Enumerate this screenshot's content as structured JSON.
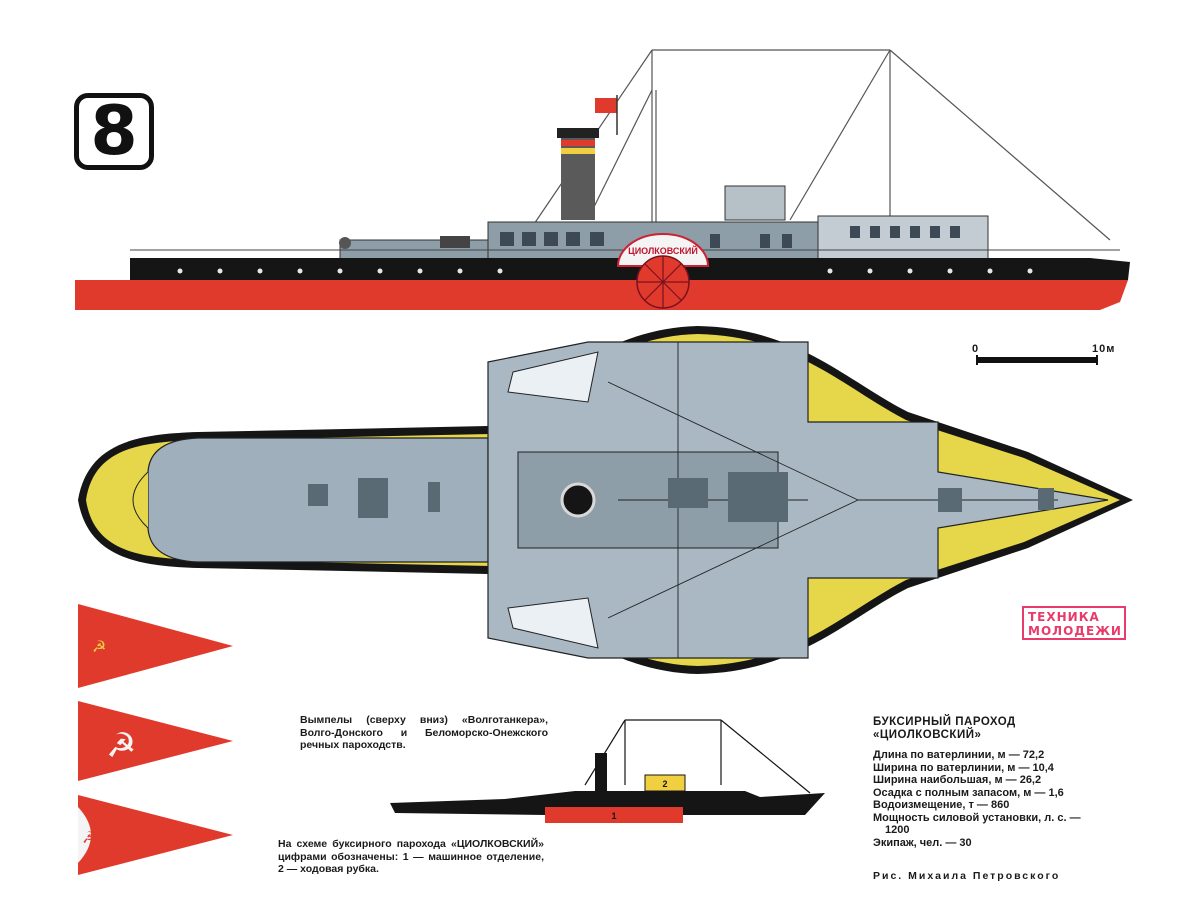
{
  "badge": {
    "number": "8"
  },
  "ship": {
    "name_on_hull": "ЦИОЛКОВСКИЙ"
  },
  "scale_bar": {
    "start": "0",
    "end": "10м"
  },
  "magazine_logo": {
    "line1": "Техника",
    "line2": "Молодежи"
  },
  "pennants_caption": "Вымпелы (сверху вниз) «Волготанкера», Волго-Донского и Беломорско-Онежского речных пароходств.",
  "silhouette": {
    "label_1": "1",
    "label_2": "2"
  },
  "legend_caption": "На схеме буксирного парохода «ЦИОЛКОВСКИЙ» цифрами обозначены: 1 — машинное отделение, 2 — ходовая рубка.",
  "specs": {
    "title_line1": "БУКСИРНЫЙ ПАРОХОД",
    "title_line2": "«ЦИОЛКОВСКИЙ»",
    "rows": [
      "Длина по ватерлинии, м — 72,2",
      "Ширина по ватерлинии, м — 10,4",
      "Ширина наибольшая, м — 26,2",
      "Осадка с полным запасом, м — 1,6",
      "Водоизмещение, т — 860",
      "Мощность силовой установки, л. с. —",
      "1200",
      "Экипаж, чел. — 30"
    ]
  },
  "credit": "Рис. Михаила Петровского",
  "colors": {
    "hull_red": "#e03a2c",
    "deck_grey": "#8fa3b2",
    "deck_yellow": "#e6d64a",
    "hull_black": "#151515"
  }
}
